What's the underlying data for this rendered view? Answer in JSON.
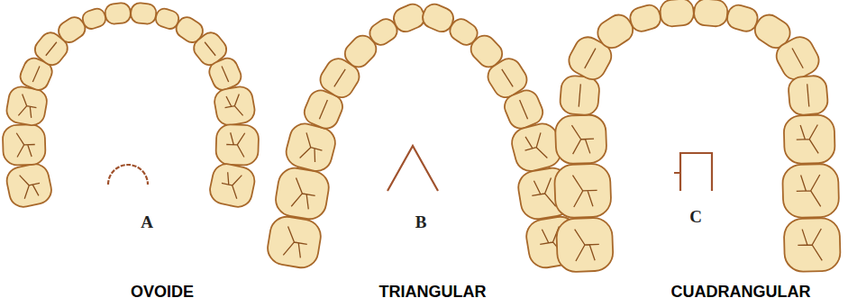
{
  "diagram": {
    "labels": [
      "A",
      "B",
      "C",
      "OVOIDE",
      "TRIANGULAR",
      "CUADRANGULAR"
    ]
  }
}
